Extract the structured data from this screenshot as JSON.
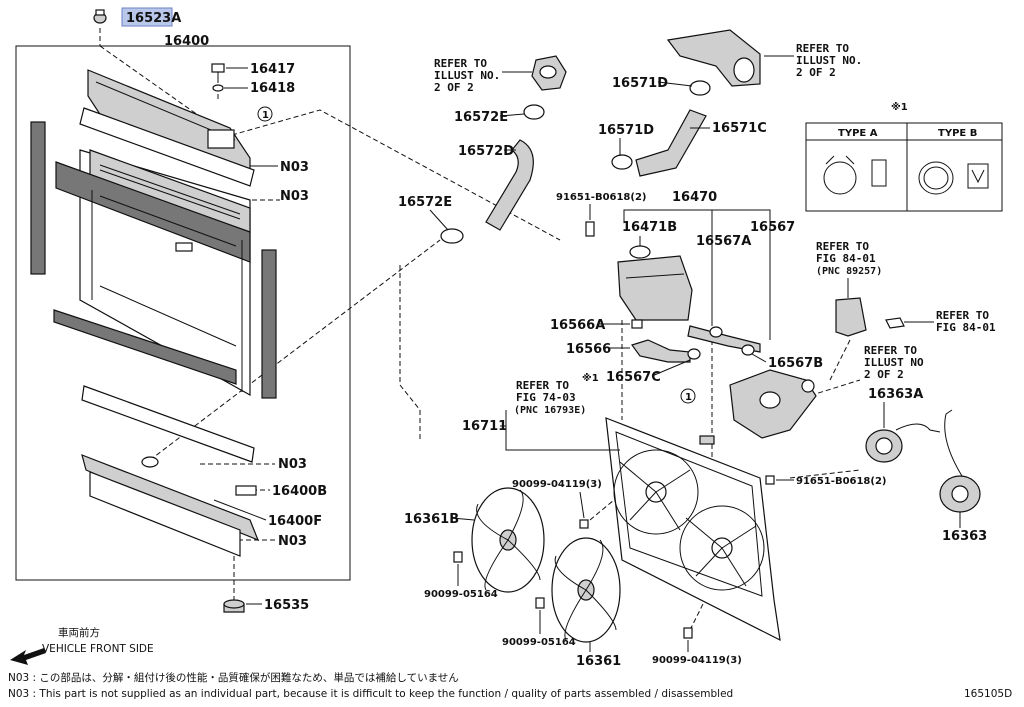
{
  "parts": {
    "p16523A": "16523A",
    "p16400": "16400",
    "p16417": "16417",
    "p16418": "16418",
    "n03a": "N03",
    "n03b": "N03",
    "n03c": "N03",
    "n03d": "N03",
    "p16400B": "16400B",
    "p16400F": "16400F",
    "p16535": "16535",
    "p16572E_top": "16572E",
    "p16572D": "16572D",
    "p16572E_mid": "16572E",
    "p16571D_top": "16571D",
    "p16571D_mid": "16571D",
    "p16571C": "16571C",
    "p91651_top": "91651-B0618(2)",
    "p16470": "16470",
    "p16471B": "16471B",
    "p16567A": "16567A",
    "p16567": "16567",
    "p16566A": "16566A",
    "p16566": "16566",
    "p16567C": "16567C",
    "p16567B": "16567B",
    "p16711": "16711",
    "p16363A": "16363A",
    "p16363": "16363",
    "p91651_bot": "91651-B0618(2)",
    "p90099_top": "90099-04119(3)",
    "p16361B": "16361B",
    "p90099_05164a": "90099-05164",
    "p90099_05164b": "90099-05164",
    "p16361": "16361",
    "p90099_bot": "90099-04119(3)"
  },
  "refs": {
    "illust_a": {
      "l1": "REFER TO",
      "l2": "ILLUST NO.",
      "l3": "2 OF 2"
    },
    "illust_b": {
      "l1": "REFER TO",
      "l2": "ILLUST NO.",
      "l3": "2 OF 2"
    },
    "fig8401a": {
      "l1": "REFER TO",
      "l2": "FIG 84-01",
      "l3": "(PNC 89257)"
    },
    "fig8401b": {
      "l1": "REFER TO",
      "l2": "FIG 84-01"
    },
    "illust_c": {
      "l1": "REFER TO",
      "l2": "ILLUST NO",
      "l3": "2 OF 2"
    },
    "fig7403": {
      "l1": "REFER TO",
      "l2": "FIG 74-03",
      "l3": "(PNC 16793E)"
    }
  },
  "markers": {
    "circle_1": "1",
    "note_x1": "※1",
    "clamp_x1": "※1"
  },
  "type_table": {
    "note": "※1",
    "type_a": "TYPE A",
    "type_b": "TYPE B"
  },
  "front": {
    "jp": "車両前方",
    "en": "VEHICLE FRONT SIDE"
  },
  "footer": {
    "jp": "N03 : この部品は、分解・組付け後の性能・品質確保が困難なため、単品では補給していません",
    "en": "N03 : This part is not supplied as an individual part, because it is difficult to keep the function / quality of parts assembled / disassembled",
    "figure_id": "165105D"
  },
  "colors": {
    "highlight": "#b9c7ea",
    "line": "#111111"
  }
}
